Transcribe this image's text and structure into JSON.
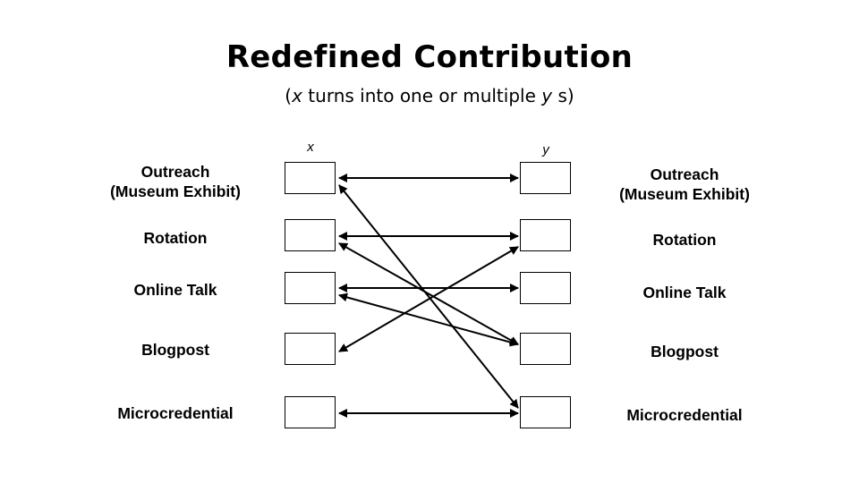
{
  "title": "Redefined Contribution",
  "subtitle": {
    "open": "(",
    "x": "x",
    "middle": " turns into one or multiple ",
    "y": "y",
    "end": " s)"
  },
  "x_label": "x",
  "y_label": "y",
  "left_items": [
    {
      "line1": "Outreach",
      "line2": "(Museum Exhibit)"
    },
    {
      "line1": "Rotation",
      "line2": ""
    },
    {
      "line1": "Online Talk",
      "line2": ""
    },
    {
      "line1": "Blogpost",
      "line2": ""
    },
    {
      "line1": "Microcredential",
      "line2": ""
    }
  ],
  "right_items": [
    {
      "line1": "Outreach",
      "line2": "(Museum Exhibit)"
    },
    {
      "line1": "Rotation",
      "line2": ""
    },
    {
      "line1": "Online Talk",
      "line2": ""
    },
    {
      "line1": "Blogpost",
      "line2": ""
    },
    {
      "line1": "Microcredential",
      "line2": ""
    }
  ],
  "connections": [
    {
      "from": 0,
      "to": 0,
      "bidirectional": true
    },
    {
      "from": 0,
      "to": 4,
      "bidirectional": true
    },
    {
      "from": 1,
      "to": 1,
      "bidirectional": true
    },
    {
      "from": 1,
      "to": 3,
      "bidirectional": true
    },
    {
      "from": 2,
      "to": 2,
      "bidirectional": true
    },
    {
      "from": 2,
      "to": 3,
      "bidirectional": true
    },
    {
      "from": 3,
      "to": 1,
      "bidirectional": true
    },
    {
      "from": 4,
      "to": 4,
      "bidirectional": true
    }
  ]
}
